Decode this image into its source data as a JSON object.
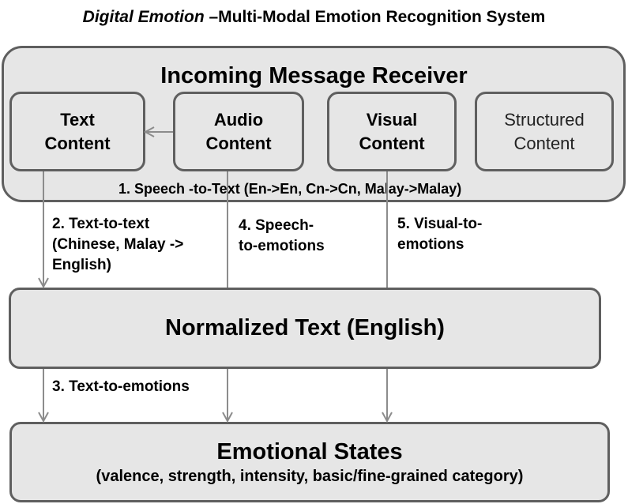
{
  "title": {
    "italic": "Digital Emotion",
    "rest": " –Multi-Modal Emotion Recognition System"
  },
  "receiver": {
    "title": "Incoming Message Receiver",
    "boxes": [
      {
        "line1": "Text",
        "line2": "Content"
      },
      {
        "line1": "Audio",
        "line2": "Content"
      },
      {
        "line1": "Visual",
        "line2": "Content"
      },
      {
        "line1": "Structured",
        "line2": "Content"
      }
    ],
    "speech_label": "1. Speech -to-Text (En->En, Cn->Cn, Malay->Malay)"
  },
  "steps": {
    "text_to_text": {
      "line1": "2. Text-to-text",
      "line2": "(Chinese, Malay ->",
      "line3": "English)"
    },
    "speech_to_emotions": {
      "line1": "4. Speech-",
      "line2": "to-emotions"
    },
    "visual_to_emotions": {
      "line1": "5. Visual-to-",
      "line2": "emotions"
    },
    "text_to_emotions": "3. Text-to-emotions"
  },
  "normalized": "Normalized Text (English)",
  "emotional": {
    "title": "Emotional States",
    "subtitle": "(valence, strength, intensity, basic/fine-grained category)"
  },
  "colors": {
    "box_fill": "#e6e6e6",
    "box_border": "#5f5f5f",
    "arrow": "#8c8c8c"
  }
}
